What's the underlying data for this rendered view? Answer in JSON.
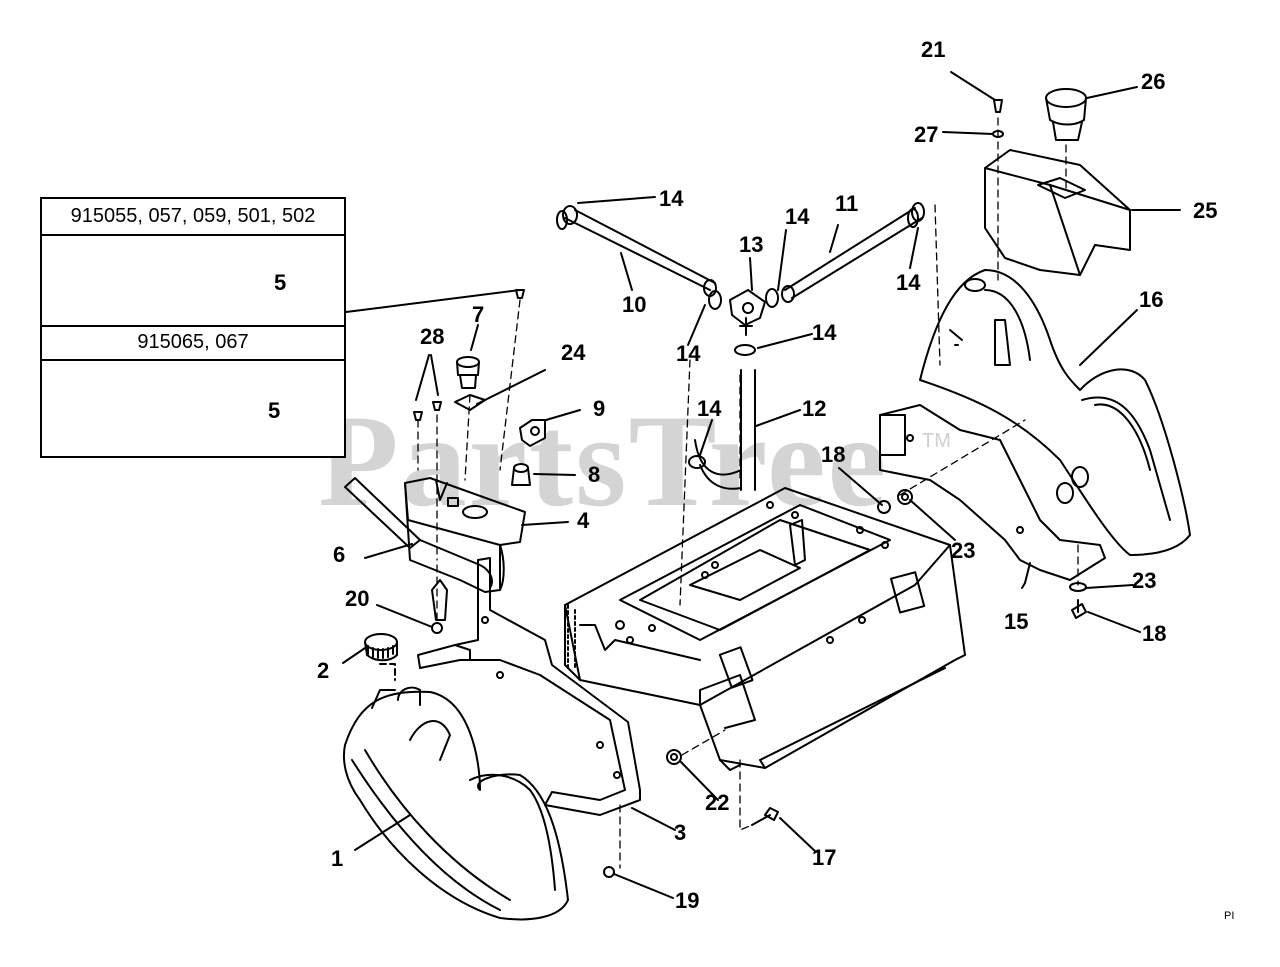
{
  "watermark": {
    "text": "PartsTree",
    "tm": "TM"
  },
  "inset": {
    "section_a_models": "915055, 057, 059, 501, 502",
    "section_a_callout": "5",
    "section_b_models": "915065, 067",
    "section_b_callout": "5"
  },
  "callouts": {
    "c1": "1",
    "c2": "2",
    "c3": "3",
    "c4": "4",
    "c6": "6",
    "c7": "7",
    "c8": "8",
    "c9": "9",
    "c10": "10",
    "c11": "11",
    "c12": "12",
    "c13": "13",
    "c14a": "14",
    "c14b": "14",
    "c14c": "14",
    "c14d": "14",
    "c14e": "14",
    "c14f": "14",
    "c15": "15",
    "c16": "16",
    "c17": "17",
    "c18a": "18",
    "c18b": "18",
    "c19": "19",
    "c20": "20",
    "c21": "21",
    "c22": "22",
    "c23a": "23",
    "c23b": "23",
    "c24": "24",
    "c25": "25",
    "c26": "26",
    "c27": "27",
    "c28": "28"
  },
  "corner_code": "PI"
}
